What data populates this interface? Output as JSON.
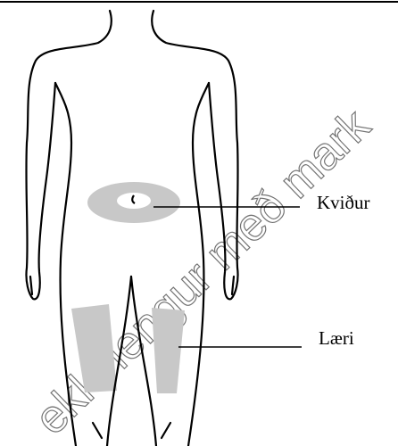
{
  "labels": {
    "abdomen": "Kviður",
    "thigh": "Læri"
  },
  "watermark": "ekki lengur með mark",
  "colors": {
    "injection_area": "#c8c8c8",
    "outline": "#000000",
    "watermark": "#000000"
  }
}
